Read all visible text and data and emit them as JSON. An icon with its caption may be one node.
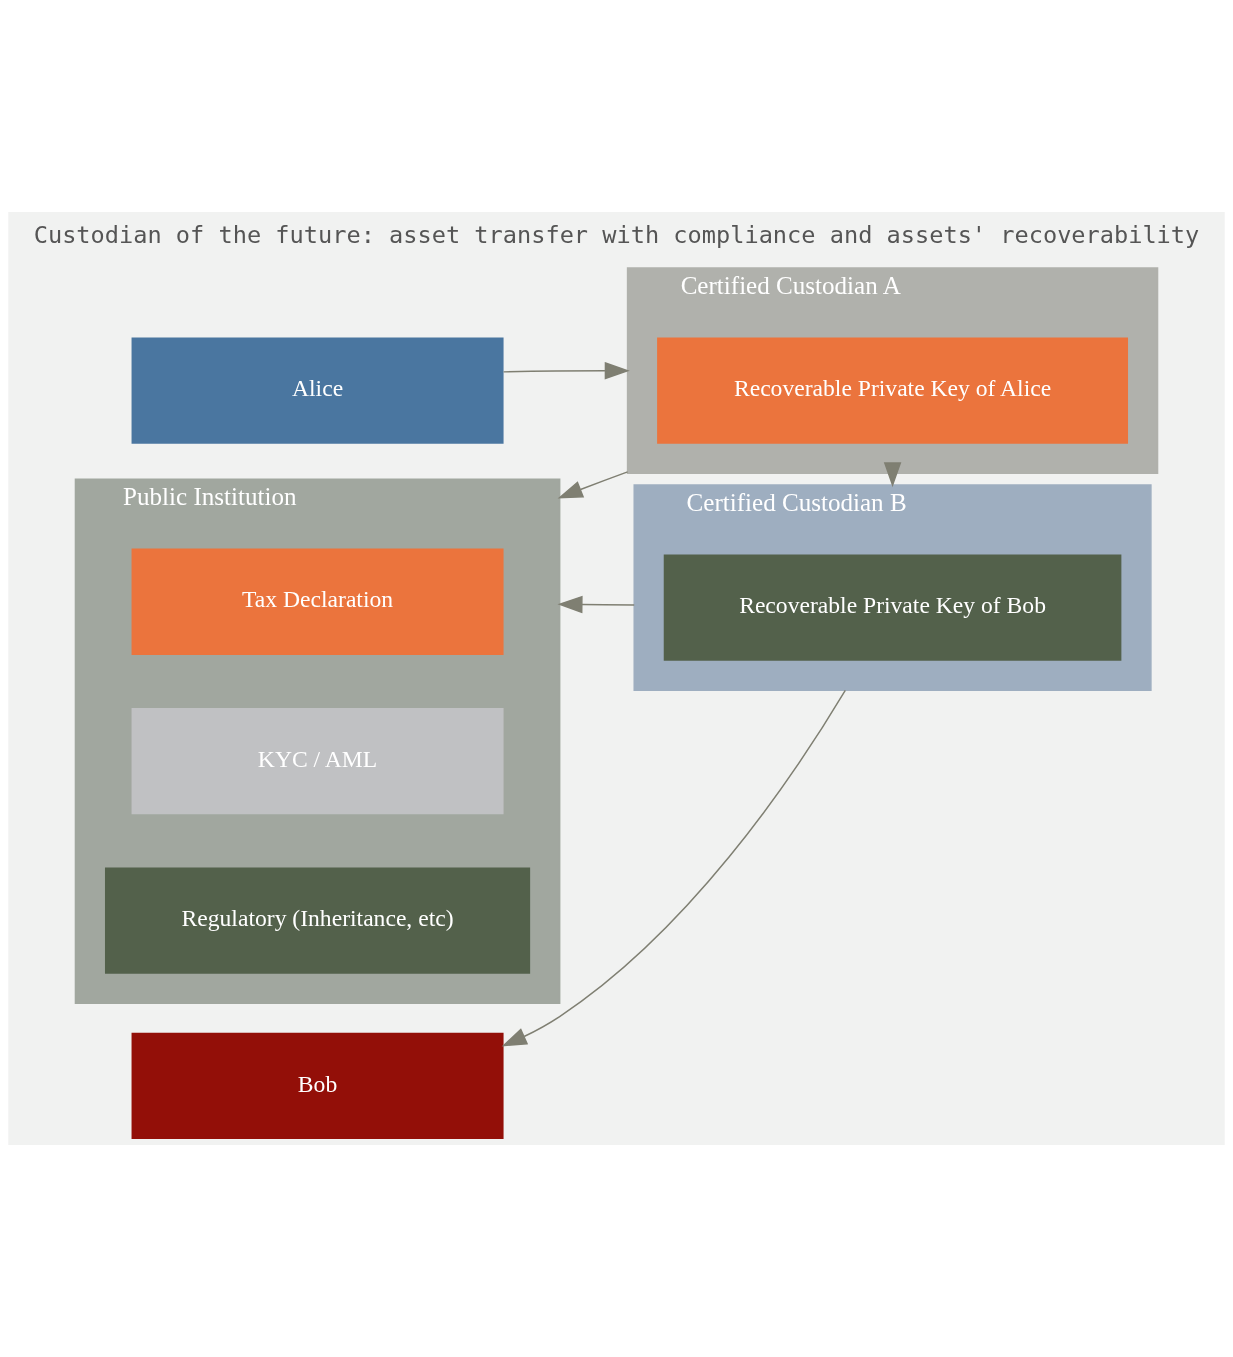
{
  "diagram": {
    "title": "Custodian of the future: asset transfer with compliance and assets' recoverability",
    "nodes": [
      {
        "text": [
          "Alice"
        ]
      },
      {
        "text": [
          "Certified Custodian A"
        ]
      },
      {
        "text": [
          "Recoverable Private Key of Alice"
        ],
        "in": 1
      },
      {
        "text": [
          "Public Institution"
        ]
      },
      {
        "text": [
          "Tax Declaration"
        ],
        "in": 3
      },
      {
        "text": [
          "KYC / AML"
        ],
        "in": 3
      },
      {
        "text": [
          "Regulatory (Inheritance, etc)"
        ],
        "in": 3
      },
      {
        "text": [
          "Certified Custodian B"
        ]
      },
      {
        "text": [
          "Recoverable Private Key of Bob"
        ],
        "in": 7
      },
      {
        "text": [
          "Bob"
        ]
      }
    ],
    "edges": [
      {
        "from": 0,
        "to": 1,
        "arrow": "to"
      },
      {
        "from": 1,
        "to": 3,
        "arrow": "to"
      },
      {
        "from": 1,
        "to": 7,
        "arrow": "to"
      },
      {
        "from": 7,
        "to": 3,
        "arrow": "to"
      },
      {
        "from": 7,
        "to": 9,
        "arrow": "to"
      }
    ]
  }
}
